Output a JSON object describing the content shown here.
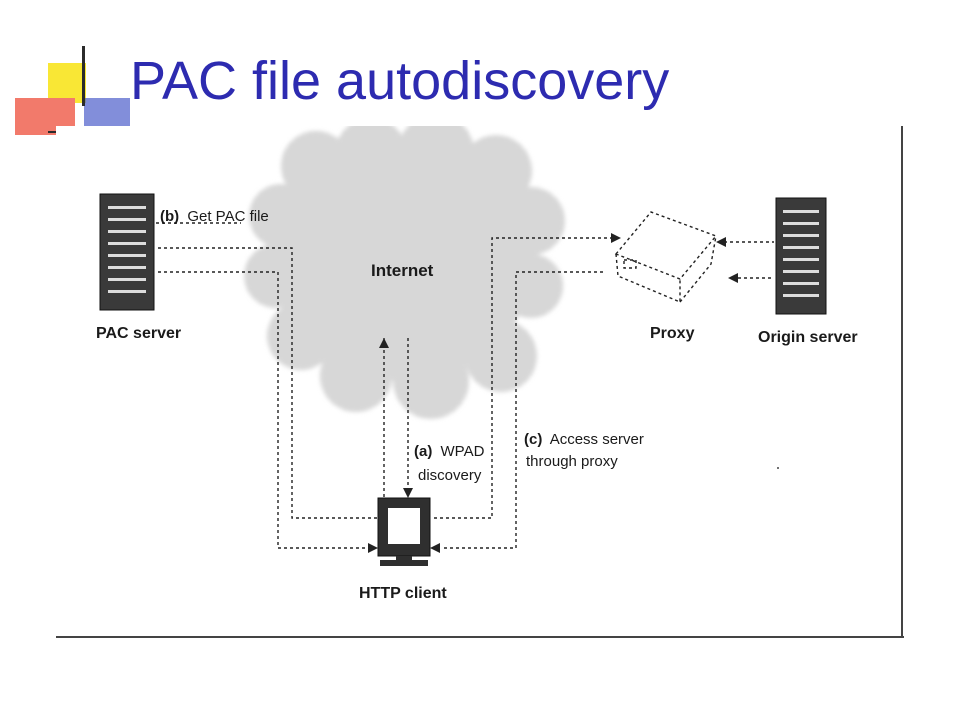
{
  "slide": {
    "title": "PAC file autodiscovery"
  },
  "diagram": {
    "cloud_label": "Internet",
    "pac_server_label": "PAC server",
    "proxy_label": "Proxy",
    "origin_server_label": "Origin server",
    "http_client_label": "HTTP client",
    "step_b": {
      "tag": "(b)",
      "text": "Get PAC file"
    },
    "step_a": {
      "tag": "(a)",
      "text1": "WPAD",
      "text2": "discovery"
    },
    "step_c": {
      "tag": "(c)",
      "text1": "Access server",
      "text2": "through proxy"
    }
  }
}
